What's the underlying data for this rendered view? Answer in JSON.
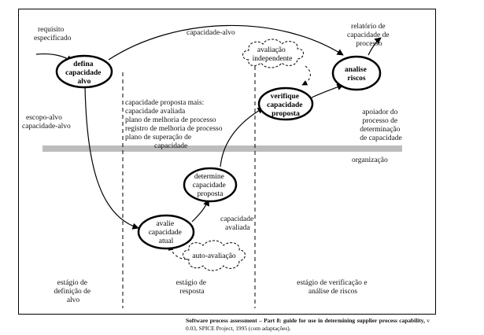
{
  "diagram": {
    "nodes": {
      "defina": [
        "defina",
        "capacidade",
        "alvo"
      ],
      "analise": [
        "analise",
        "riscos"
      ],
      "verifique": [
        "verifique",
        "capacidade",
        "proposta"
      ],
      "determine": [
        "determine",
        "capacidade",
        "proposta"
      ],
      "avalie": [
        "avalie",
        "capacidade",
        "atual"
      ],
      "avaliacao_independente": [
        "avaliação",
        "independente"
      ],
      "auto_avaliacao": [
        "auto-avaliação"
      ]
    },
    "labels": {
      "requisito": [
        "requisito",
        "especificado"
      ],
      "capacidade_alvo_top": [
        "capacidade-alvo"
      ],
      "relatorio": [
        "relatório de",
        "capacidade de",
        "processo"
      ],
      "escopo": [
        "escopo-alvo",
        "capacidade-alvo"
      ],
      "capacidade_proposta_list": [
        "capacidade proposta mais:",
        "capacidade avaliada",
        "plano de melhoria de processo",
        "registro de melhoria de processo",
        "plano de superação de",
        "capacidade"
      ],
      "apoiador": [
        "apoiador do",
        "processo de",
        "determinação",
        "de capacidade"
      ],
      "organizacao": [
        "organização"
      ],
      "capacidade_avaliada": [
        "capacidade",
        "avaliada"
      ],
      "estagio_definicao": [
        "estágio de",
        "definição de",
        "alvo"
      ],
      "estagio_resposta": [
        "estágio de",
        "resposta"
      ],
      "estagio_verificacao": [
        "estágio de verificação e",
        "análise de riscos"
      ]
    }
  },
  "caption": {
    "title": "Software process assessment – Part 8: guide for use in determining supplier process capability,",
    "rest": " v 0.03, SPICE Project, 1995 (com adaptações)."
  }
}
